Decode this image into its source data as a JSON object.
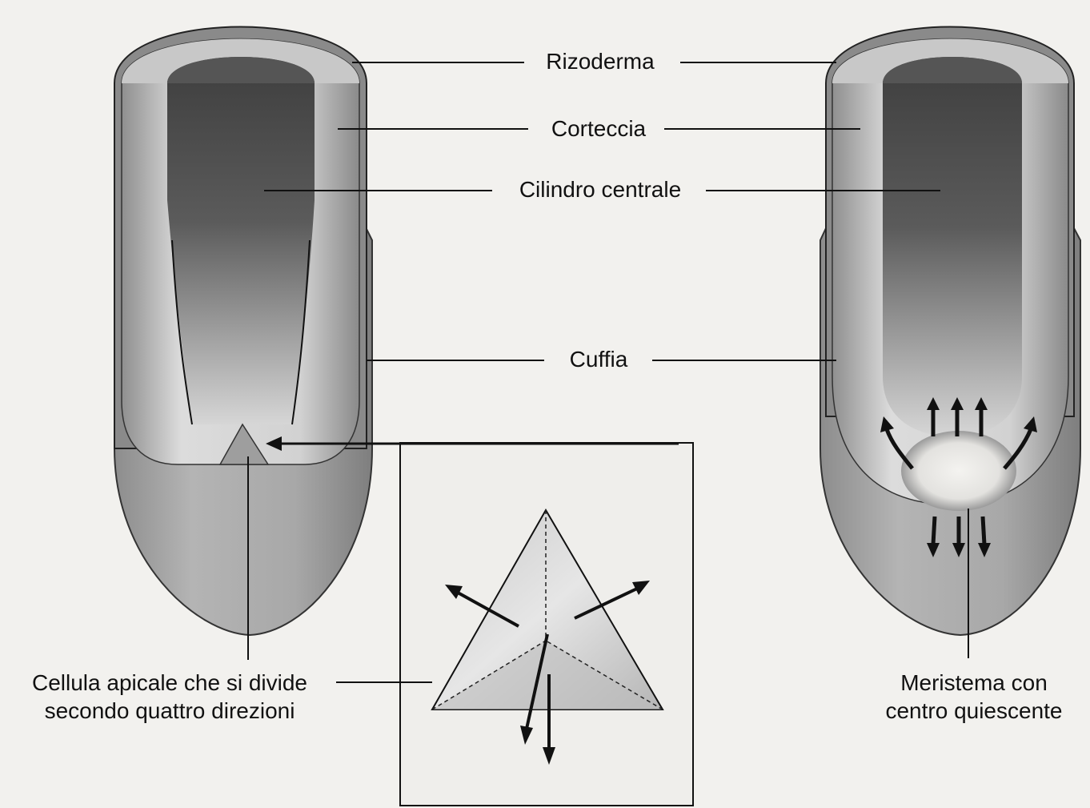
{
  "labels": {
    "rizoderma": "Rizoderma",
    "corteccia": "Corteccia",
    "cilindro": "Cilindro centrale",
    "cuffia": "Cuffia",
    "apical_line1": "Cellula apicale che si divide",
    "apical_line2": "secondo quattro direzioni",
    "meristem_line1": "Meristema con",
    "meristem_line2": "centro quiescente"
  },
  "colors": {
    "background": "#f2f1ee",
    "outer_gray": "#a9a9a9",
    "cortex_light": "#d9d9d9",
    "central_dark": "#4a4a4a",
    "quiescent_center": "#ecebe8",
    "ink": "#111111"
  }
}
